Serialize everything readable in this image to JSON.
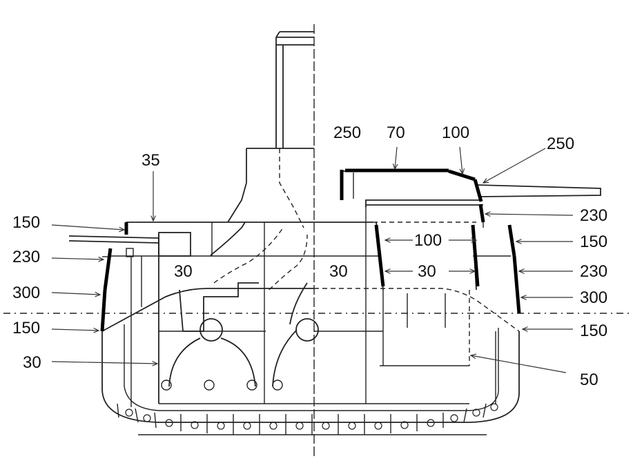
{
  "diagram": {
    "labels": {
      "tl_35": "35",
      "tl_150_a": "150",
      "tl_230": "230",
      "tl_300": "300",
      "tl_150_b": "150",
      "tl_30_side": "30",
      "in_30_left": "30",
      "in_30_mid": "30",
      "in_30_right": "30",
      "in_100": "100",
      "tr_250_a": "250",
      "tr_70": "70",
      "tr_100": "100",
      "tr_250_b": "250",
      "tr_230_a": "230",
      "tr_150_a": "150",
      "tr_230_b": "230",
      "tr_300": "300",
      "tr_150_b": "150",
      "tr_50": "50"
    }
  }
}
